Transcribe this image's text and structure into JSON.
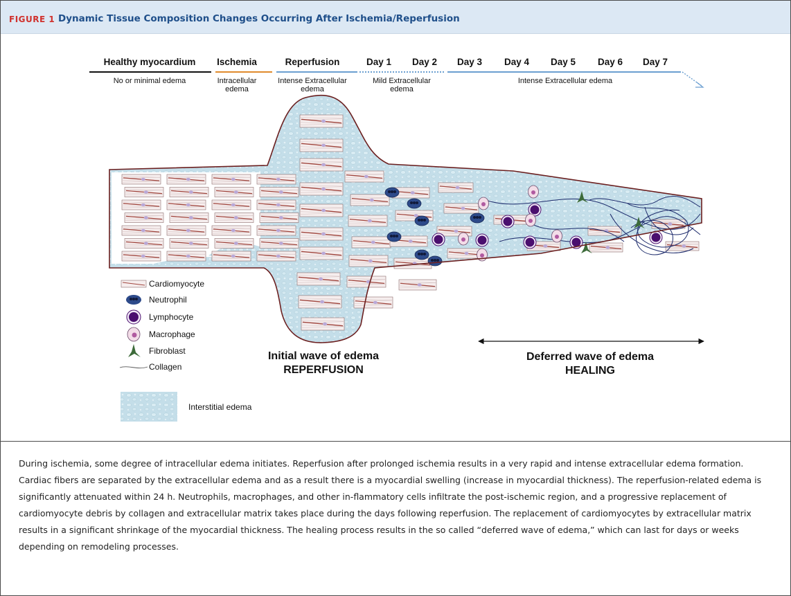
{
  "header": {
    "figure_label": "FIGURE 1",
    "title": "Dynamic Tissue Composition Changes Occurring After Ischemia/Reperfusion"
  },
  "timeline": {
    "stages": [
      {
        "label": "Healthy myocardium",
        "desc": [
          "No or minimal edema"
        ],
        "color": "#111111"
      },
      {
        "label": "Ischemia",
        "desc": [
          "Intracellular",
          "edema"
        ],
        "color": "#e08a2c"
      },
      {
        "label": "Reperfusion",
        "desc": [
          "Intense Extracellular",
          "edema"
        ],
        "color": "#6a9ed0"
      },
      {
        "label": "Day 1",
        "desc": [
          "Mild Extracellular",
          "edema"
        ],
        "color": "#6a9ed0"
      },
      {
        "label": "Day 2",
        "desc": [],
        "color": "#6a9ed0"
      },
      {
        "label": "Day 3",
        "desc": [
          "Intense Extracellular edema"
        ],
        "color": "#6a9ed0"
      },
      {
        "label": "Day 4",
        "desc": [],
        "color": "#6a9ed0"
      },
      {
        "label": "Day 5",
        "desc": [],
        "color": "#6a9ed0"
      },
      {
        "label": "Day 6",
        "desc": [],
        "color": "#6a9ed0"
      },
      {
        "label": "Day 7",
        "desc": [],
        "color": "#6a9ed0"
      }
    ]
  },
  "legend": [
    {
      "icon": "cardiomyocyte-icon",
      "label": "Cardiomyocyte"
    },
    {
      "icon": "neutrophil-icon",
      "label": "Neutrophil"
    },
    {
      "icon": "lymphocyte-icon",
      "label": "Lymphocyte"
    },
    {
      "icon": "macrophage-icon",
      "label": "Macrophage"
    },
    {
      "icon": "fibroblast-icon",
      "label": "Fibroblast"
    },
    {
      "icon": "collagen-icon",
      "label": "Collagen"
    },
    {
      "icon": "interstitial-edema-icon",
      "label": "Interstitial edema"
    }
  ],
  "waves": {
    "initial": {
      "line1": "Initial wave of edema",
      "line2": "REPERFUSION"
    },
    "deferred": {
      "line1": "Deferred wave of edema",
      "line2": "HEALING"
    }
  },
  "colors": {
    "edema": "#c7e0ea",
    "tissue_outline": "#6b1f1f",
    "fiber_stripe": "#a0453d",
    "neutrophil": "#2d4a8a",
    "lymphocyte": "#4a0f6e",
    "macrophage": "#b05aa0",
    "fibroblast": "#3d6b3a",
    "collagen": "#1c2a6b"
  },
  "caption": "During ischemia, some degree of intracellular edema initiates. Reperfusion after prolonged ischemia results in a very rapid and intense extracellular edema formation. Cardiac fibers are separated by the extracellular edema and as a result there is a myocardial swelling (increase in myocardial thickness). The reperfusion-related edema is significantly attenuated within 24 h. Neutrophils, macrophages, and other in-flammatory cells infiltrate the post-ischemic region, and a progressive replacement of cardiomyocyte debris by collagen and extracellular matrix takes place during the days following reperfusion. The replacement of cardiomyocytes by extracellular matrix results in a significant shrinkage of the myocardial thickness. The healing process results in the so called “deferred wave of edema,” which can last for days or weeks depending on remodeling processes."
}
